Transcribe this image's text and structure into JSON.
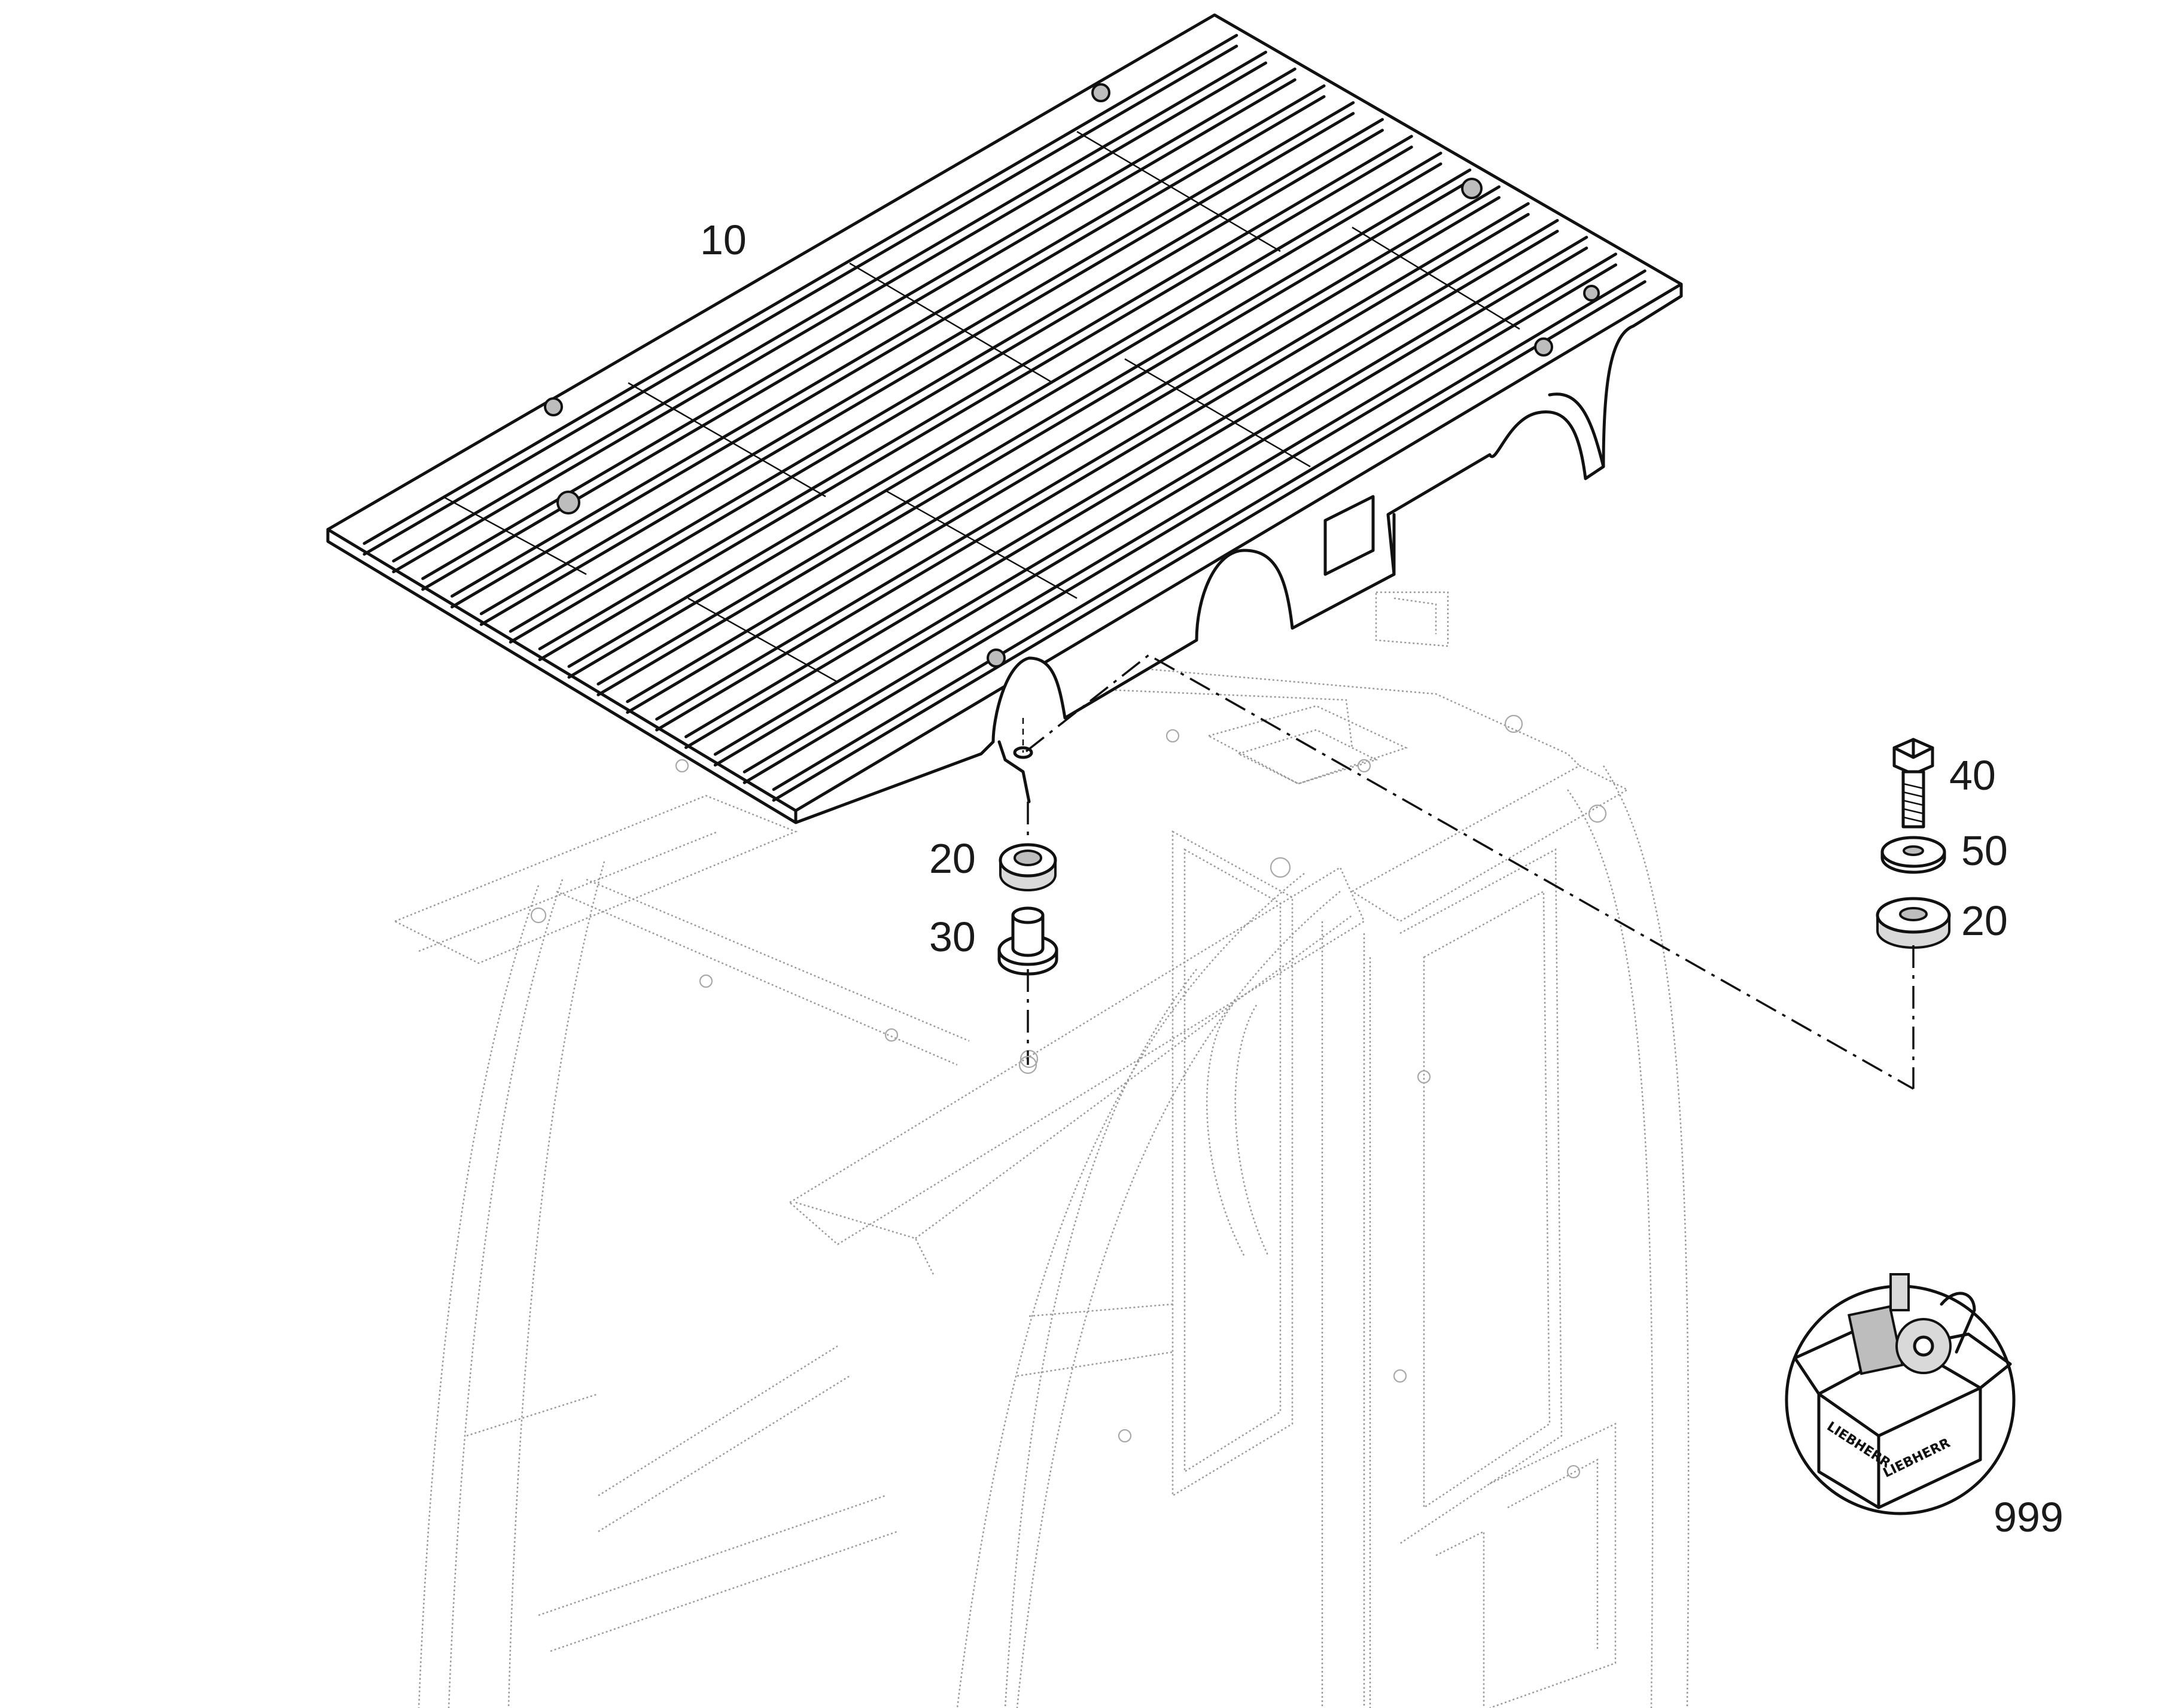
{
  "drawing": {
    "callouts": [
      {
        "id": "10",
        "text": "10"
      },
      {
        "id": "20a",
        "text": "20"
      },
      {
        "id": "30",
        "text": "30"
      },
      {
        "id": "40",
        "text": "40"
      },
      {
        "id": "50",
        "text": "50"
      },
      {
        "id": "20b",
        "text": "20"
      },
      {
        "id": "999",
        "text": "999"
      }
    ],
    "kit_badge": {
      "icon": "parts-kit-box-icon",
      "box_lettering": "LIEBHERR"
    },
    "colors": {
      "line": "#111111",
      "ghost_line": "#9a9a9a",
      "background": "#ffffff"
    }
  }
}
